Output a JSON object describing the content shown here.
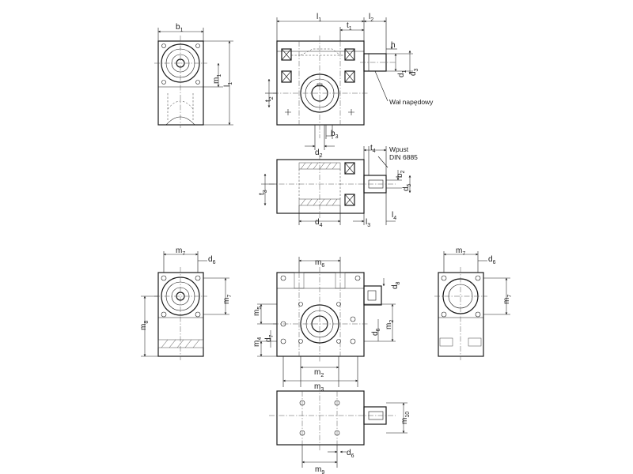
{
  "labels": {
    "b1": "b1",
    "l1": "l1",
    "t1": "t1",
    "l2": "l2",
    "h": "h",
    "d1": "d1",
    "d3": "d3",
    "m1": "m1",
    "l1_side": "l1",
    "t2": "t2",
    "d2": "d2",
    "b3": "b3",
    "t4": "t4",
    "b2": "b2",
    "d5": "d5",
    "t3": "t3",
    "d4": "d4",
    "l3": "l3",
    "l4": "l4",
    "m7_left": "m7",
    "d6_left": "d6",
    "m7_left_v": "m7",
    "m8": "m8",
    "m6": "m6",
    "d8": "d8",
    "m5": "m5",
    "d6_center": "d6",
    "m2_v": "m2",
    "m4": "m4",
    "d7": "d7",
    "m2": "m2",
    "m3": "m3",
    "m7_right": "m7",
    "d6_right": "d6",
    "m7_right_v": "m7",
    "m10": "m10",
    "d6_bottom": "d6",
    "m9": "m9"
  },
  "notes": {
    "drive_shaft": "Wał napędowy",
    "key_line1": "Wpust",
    "key_line2": "DIN 6885"
  }
}
